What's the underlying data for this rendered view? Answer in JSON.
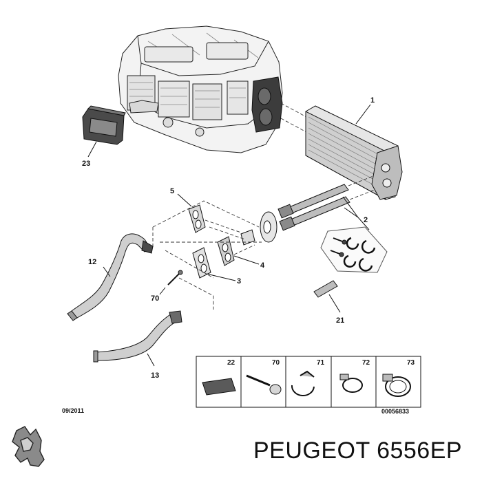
{
  "diagram": {
    "callouts": {
      "p1": "1",
      "p2": "2",
      "p3": "3",
      "p4": "4",
      "p5": "5",
      "p12": "12",
      "p13": "13",
      "p21": "21",
      "p23": "23",
      "p70": "70"
    },
    "date_code": "09/2011",
    "diagram_code": "00056833",
    "legend_table": [
      "22",
      "70",
      "71",
      "72",
      "73"
    ]
  },
  "footer": {
    "brand_text": "PEUGEOT 6556EP"
  },
  "logo": {
    "icon": "peugeot-lion-logo"
  },
  "colors": {
    "line": "#222222",
    "fill_light": "#f2f2f2",
    "fill_mid": "#d6d6d6",
    "fill_dark": "#6a6a6a"
  }
}
